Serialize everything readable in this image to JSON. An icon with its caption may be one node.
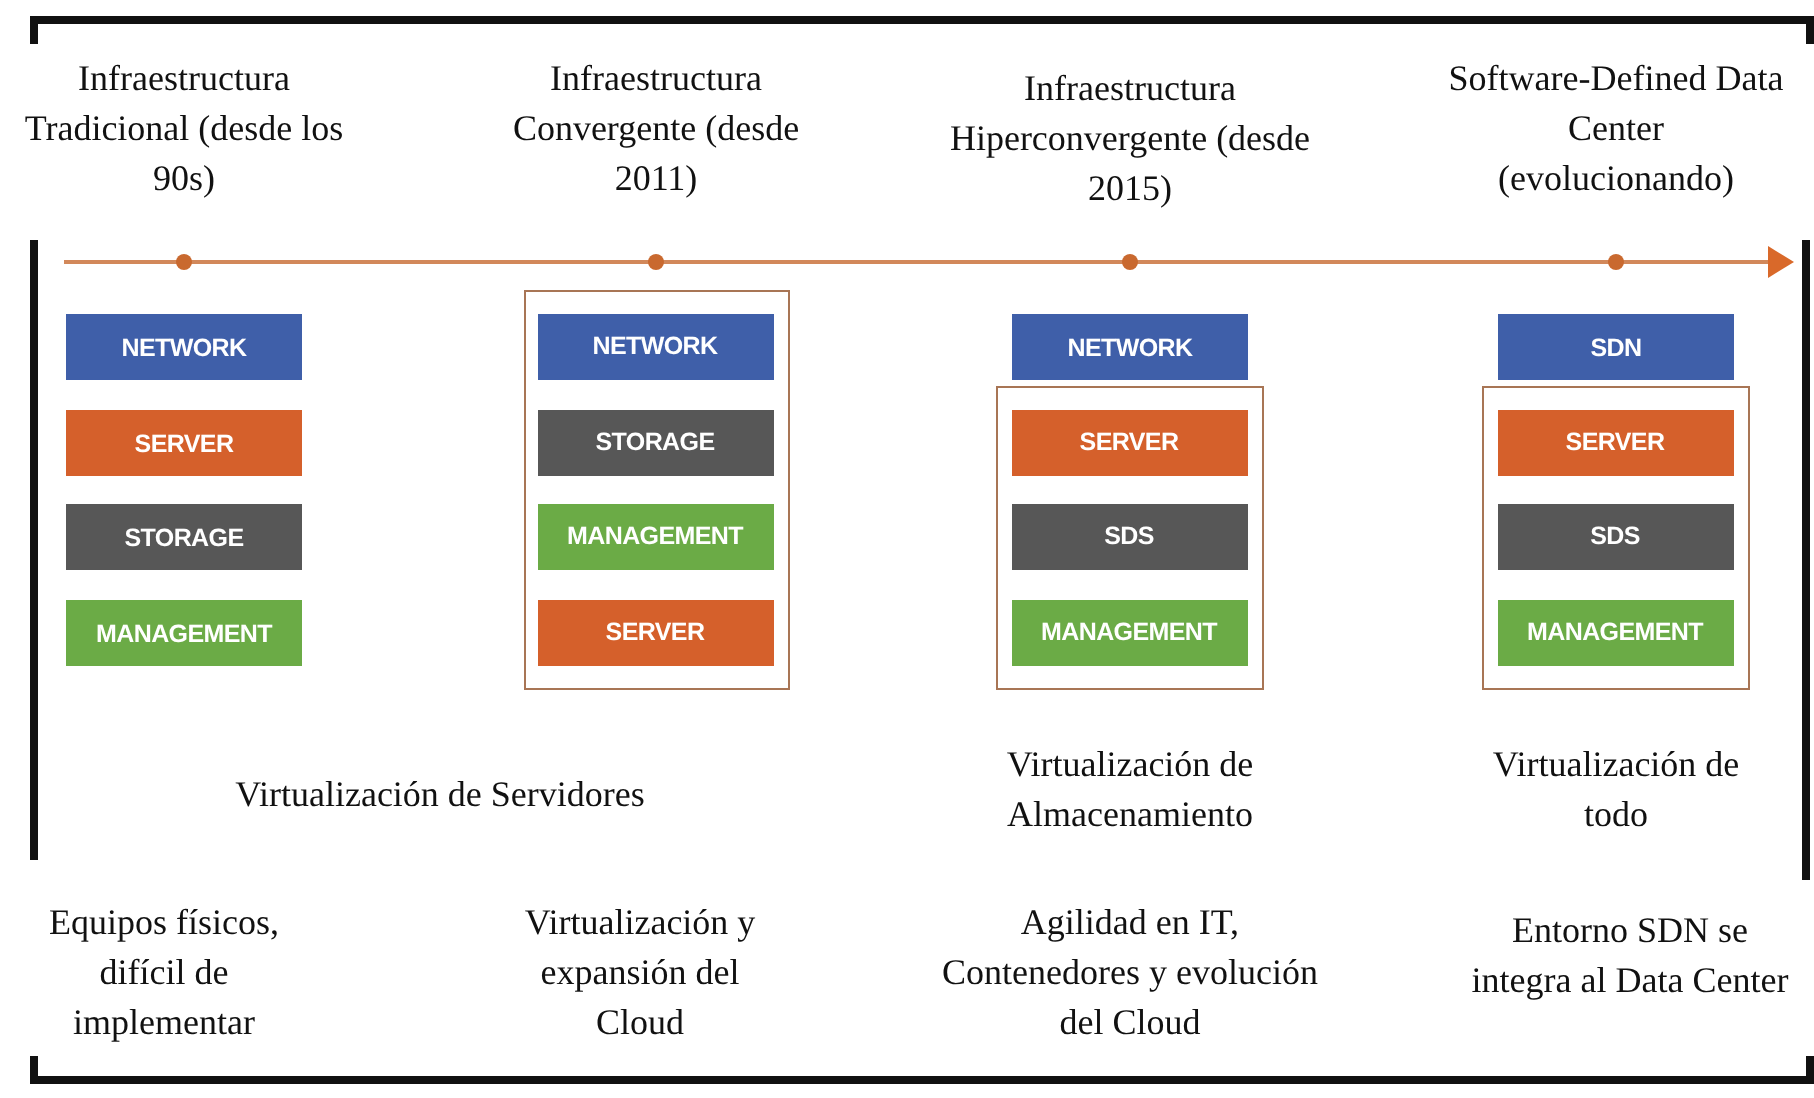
{
  "diagram": {
    "nodes": [
      {
        "text": [
          "NETWORK"
        ]
      },
      {
        "text": [
          "SERVER"
        ]
      },
      {
        "text": [
          "STORAGE"
        ]
      },
      {
        "text": [
          "MANAGEMENT"
        ]
      },
      {
        "text": [],
        "shape": "box"
      },
      {
        "text": [
          "NETWORK"
        ],
        "in": 4
      },
      {
        "text": [
          "STORAGE"
        ],
        "in": 4
      },
      {
        "text": [
          "MANAGEMENT"
        ],
        "in": 4
      },
      {
        "text": [
          "SERVER"
        ],
        "in": 4
      },
      {
        "text": [
          "NETWORK"
        ]
      },
      {
        "text": [],
        "shape": "box"
      },
      {
        "text": [
          "SERVER"
        ],
        "in": 10
      },
      {
        "text": [
          "SDS"
        ],
        "in": 10
      },
      {
        "text": [
          "MANAGEMENT"
        ],
        "in": 10
      },
      {
        "text": [
          "SDN"
        ]
      },
      {
        "text": [],
        "shape": "box"
      },
      {
        "text": [
          "SERVER"
        ],
        "in": 15
      },
      {
        "text": [
          "SDS"
        ],
        "in": 15
      },
      {
        "text": [
          "MANAGEMENT"
        ],
        "in": 15
      }
    ],
    "edges": [],
    "labels": [
      "Infraestructura Tradicional (desde los 90s)",
      "Infraestructura Convergente (desde 2011)",
      "Infraestructura Hiperconvergente (desde 2015)",
      "Software-Defined Data Center (evolucionando)",
      "Virtualización de Servidores",
      "Virtualización de Almacenamiento",
      "Virtualización de todo",
      "Equipos físicos, difícil de implementar",
      "Virtualización y expansión del Cloud",
      "Agilidad en IT, Contenedores y evolución del Cloud",
      "Entorno SDN se integra al Data Center"
    ]
  }
}
